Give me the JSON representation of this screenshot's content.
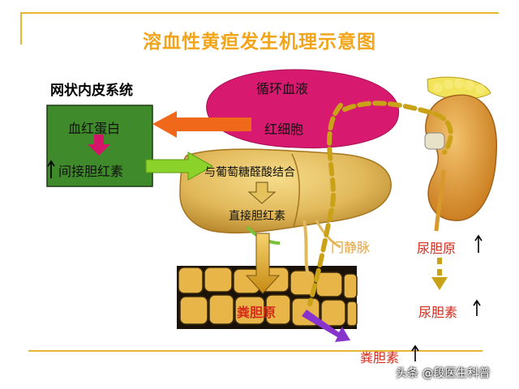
{
  "title": "溶血性黄疸发生机理示意图",
  "labels": {
    "reticulo": "网状内皮系统",
    "hemoglobin": "血红蛋白",
    "indirect_bilirubin": "间接胆红素",
    "circulating_blood": "循环血液",
    "red_cell": "红细胞",
    "glucuronide": "与葡萄糖醛酸结合",
    "direct_bilirubin": "直接胆红素",
    "portal_vein": "门静脉",
    "urobilinogen": "尿胆原",
    "urobilin": "尿胆素",
    "fecal_urobilinogen": "粪胆原",
    "stercobilin": "粪胆素"
  },
  "arrow_up": "↑",
  "watermark": "头条 @段医生科普",
  "colors": {
    "title": "#f2a51a",
    "green_box": "#3f8a2a",
    "blob": "#d7196f",
    "liver": "#e1b95b",
    "orange_arrow": "#f0691a",
    "green_arrow": "#8bd22a",
    "pink_arrow": "#d5156a",
    "dashed": "#c9a217",
    "purple_arrow": "#8833cc",
    "urine_red": "#d52a1a"
  }
}
